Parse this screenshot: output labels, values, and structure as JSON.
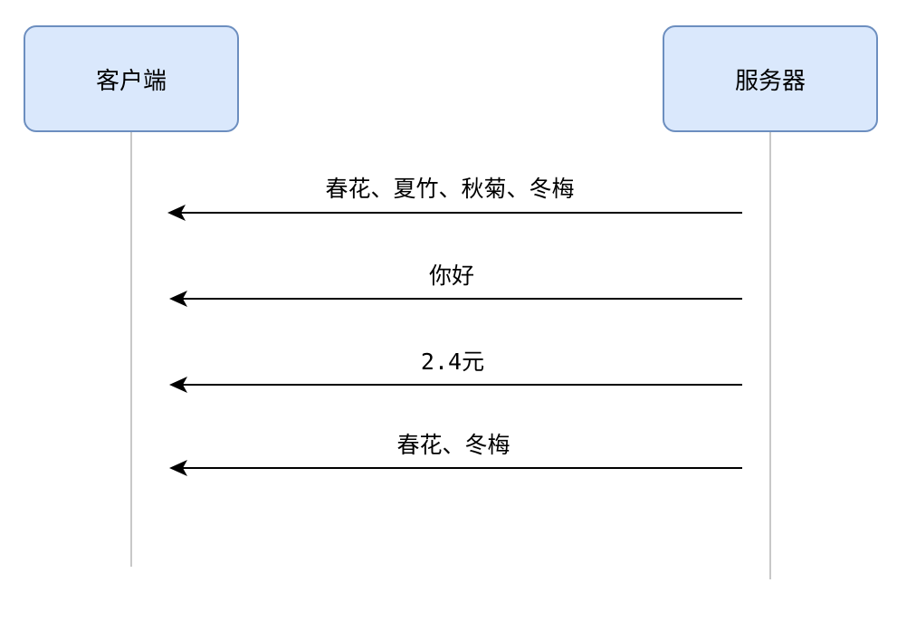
{
  "actors": {
    "client": {
      "label": "客户端"
    },
    "server": {
      "label": "服务器"
    }
  },
  "messages": [
    {
      "label": "春花、夏竹、秋菊、冬梅",
      "direction": "server-to-client"
    },
    {
      "label": "你好",
      "direction": "server-to-client"
    },
    {
      "label": "2.4元",
      "direction": "server-to-client"
    },
    {
      "label": "春花、冬梅",
      "direction": "server-to-client"
    }
  ],
  "colors": {
    "actor_fill": "#dae8fc",
    "actor_border": "#6c8ebf",
    "lifeline": "#c8c8c8",
    "arrow": "#000000"
  }
}
